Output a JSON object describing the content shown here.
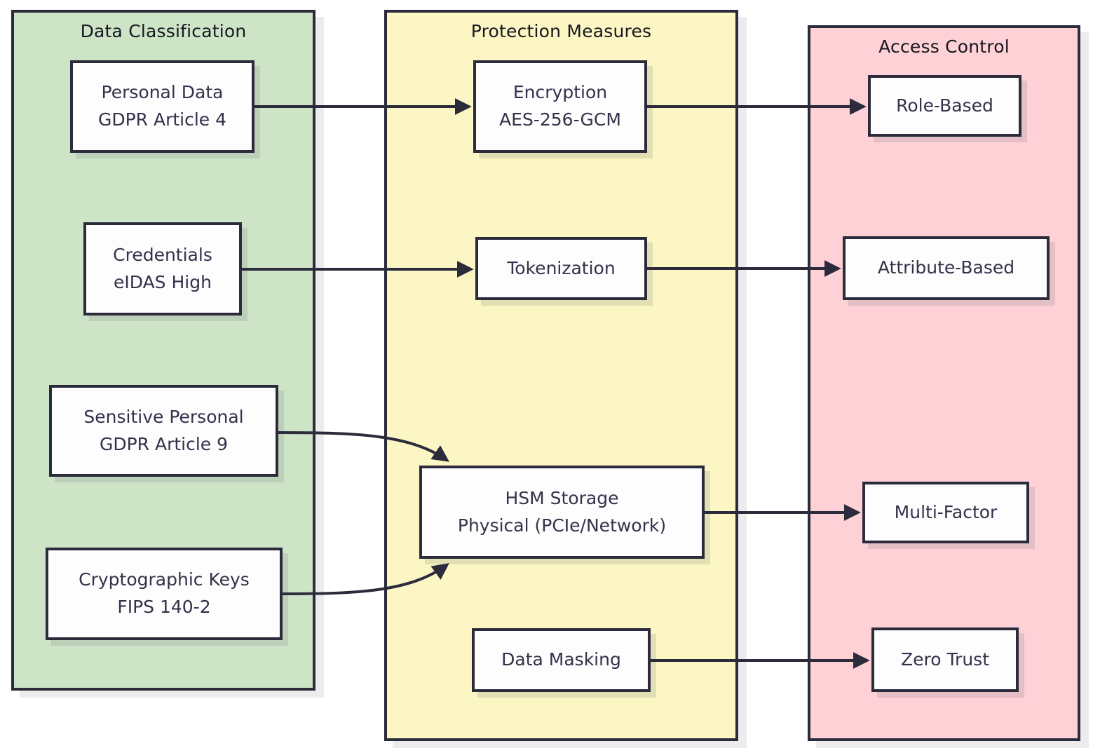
{
  "columns": {
    "classification": {
      "title": "Data Classification"
    },
    "protection": {
      "title": "Protection Measures"
    },
    "access": {
      "title": "Access Control"
    }
  },
  "nodes": {
    "personal": {
      "line1": "Personal Data",
      "line2": "GDPR Article 4"
    },
    "credentials": {
      "line1": "Credentials",
      "line2": "eIDAS High"
    },
    "sensitive": {
      "line1": "Sensitive Personal",
      "line2": "GDPR Article 9"
    },
    "crypto": {
      "line1": "Cryptographic Keys",
      "line2": "FIPS 140-2"
    },
    "encryption": {
      "line1": "Encryption",
      "line2": "AES-256-GCM"
    },
    "tokenization": {
      "line1": "Tokenization"
    },
    "hsm": {
      "line1": "HSM Storage",
      "line2": "Physical (PCIe/Network)"
    },
    "masking": {
      "line1": "Data Masking"
    },
    "role": {
      "line1": "Role-Based"
    },
    "attribute": {
      "line1": "Attribute-Based"
    },
    "multi": {
      "line1": "Multi-Factor"
    },
    "zero": {
      "line1": "Zero Trust"
    }
  },
  "edges": [
    {
      "from": "personal",
      "to": "encryption"
    },
    {
      "from": "encryption",
      "to": "role"
    },
    {
      "from": "credentials",
      "to": "tokenization"
    },
    {
      "from": "tokenization",
      "to": "attribute"
    },
    {
      "from": "sensitive",
      "to": "hsm"
    },
    {
      "from": "crypto",
      "to": "hsm"
    },
    {
      "from": "hsm",
      "to": "multi"
    },
    {
      "from": "masking",
      "to": "zero"
    }
  ],
  "colors": {
    "classification_fill": "#cde4c7",
    "protection_fill": "#fbf6c3",
    "access_fill": "#fdd1d6",
    "stroke": "#2b2b3c",
    "node_fill": "#fdfdfe",
    "text": "#32324a",
    "title_text": "#17171f"
  }
}
